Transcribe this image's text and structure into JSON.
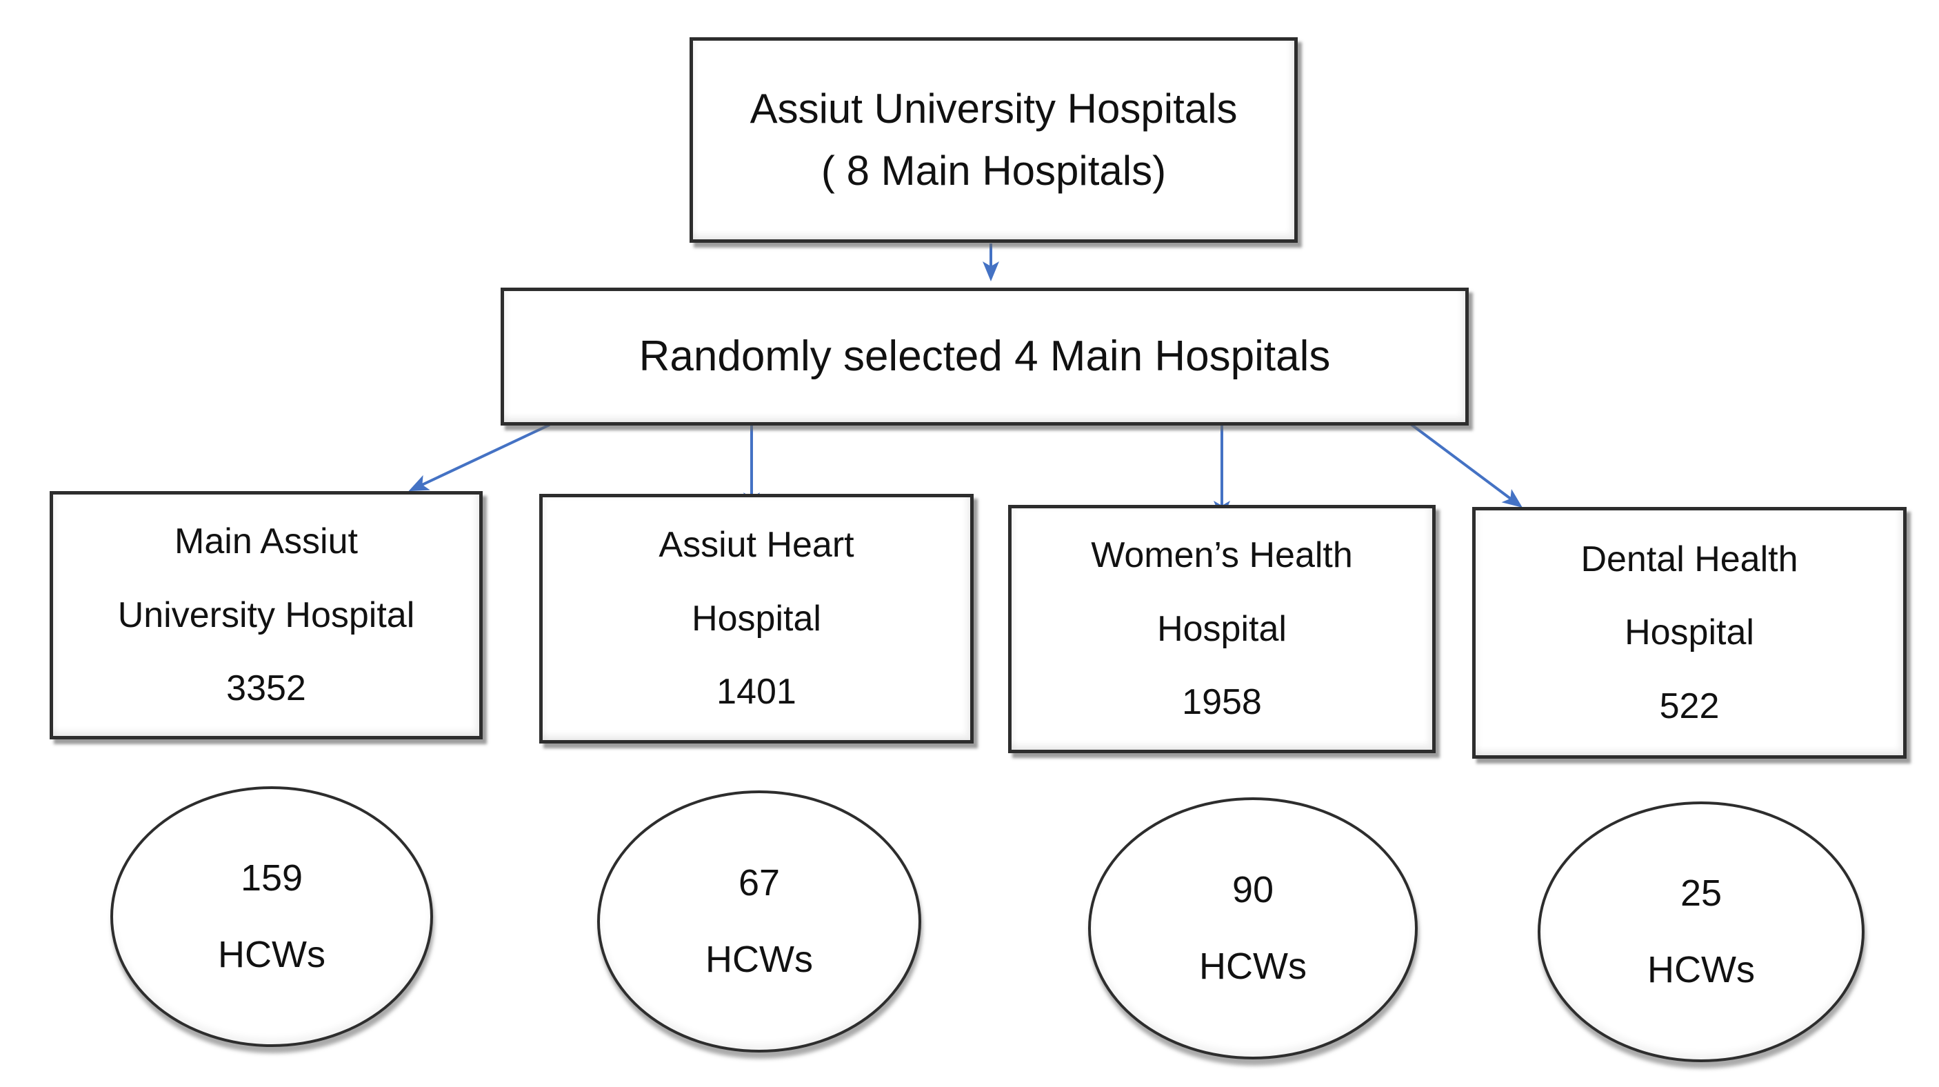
{
  "diagram": {
    "root": {
      "line1": "Assiut University Hospitals",
      "line2": "( 8 Main Hospitals)"
    },
    "selection": {
      "label": "Randomly selected 4 Main Hospitals"
    },
    "hospitals": [
      {
        "name1": "Main Assiut",
        "name2": "University Hospital",
        "total": "3352",
        "hcws": "159",
        "hcws_label": "HCWs"
      },
      {
        "name1": "Assiut Heart",
        "name2": "Hospital",
        "total": "1401",
        "hcws": "67",
        "hcws_label": "HCWs"
      },
      {
        "name1": "Women’s Health",
        "name2": "Hospital",
        "total": "1958",
        "hcws": "90",
        "hcws_label": "HCWs"
      },
      {
        "name1": "Dental Health",
        "name2": "Hospital",
        "total": "522",
        "hcws": "25",
        "hcws_label": "HCWs"
      }
    ],
    "colors": {
      "arrow": "#4472C4",
      "border": "#2d2d2d",
      "background": "#ffffff",
      "text": "#111111"
    }
  }
}
